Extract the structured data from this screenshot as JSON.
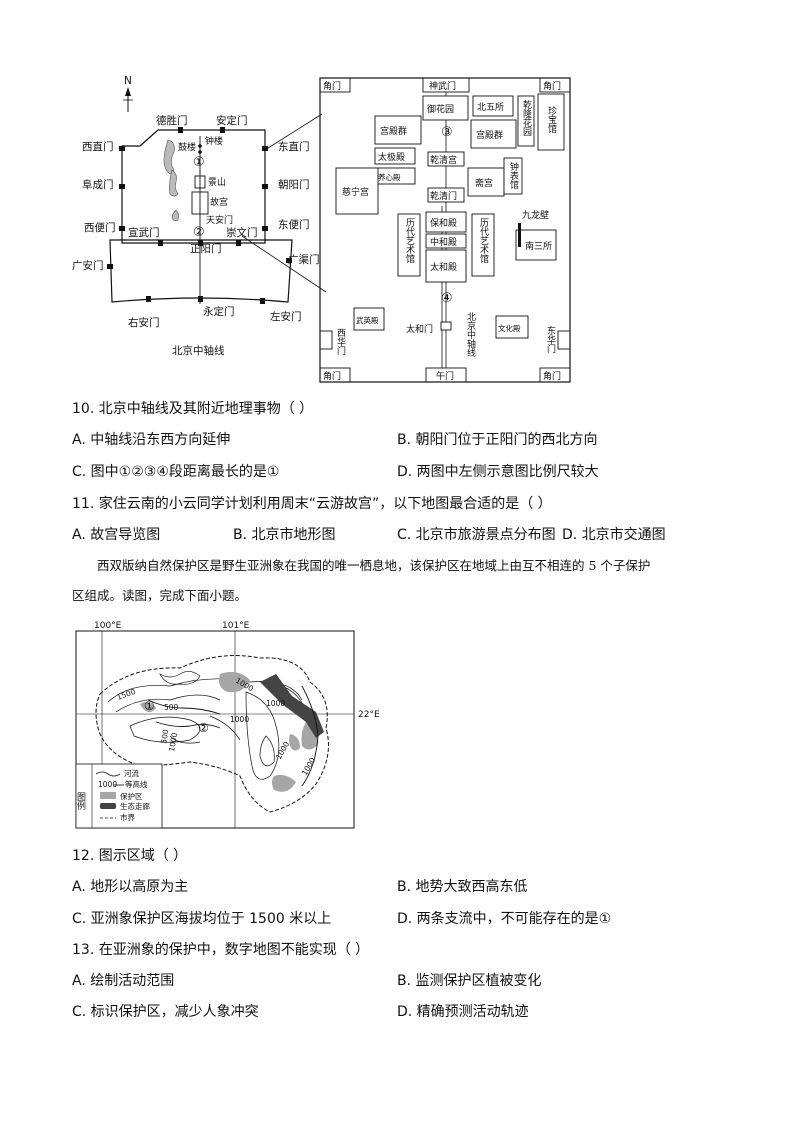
{
  "map1": {
    "north": "N",
    "gates": {
      "deshengmen": "德胜门",
      "andingmen": "安定门",
      "xizhimen": "西直门",
      "dongzhimen": "东直门",
      "fuchengmen": "阜成门",
      "chaoyangmen": "朝阳门",
      "xibianmen": "西便门",
      "dongbianmen": "东便门",
      "xuanwumen": "宣武门",
      "chongwenmen": "崇文门",
      "zhengyangmen": "正阳门",
      "guanganmen": "广安门",
      "guangqumen": "广渠门",
      "youanmen": "右安门",
      "yongdingmen": "永定门",
      "zuoanmen": "左安门"
    },
    "landmarks": {
      "gulou": "鼓楼",
      "zhonglou": "钟楼",
      "jingshan": "景山",
      "gugong": "故宫",
      "tiananmen": "天安门"
    },
    "markers": {
      "m1": "①",
      "m2": "②"
    },
    "caption": "北京中轴线"
  },
  "map2": {
    "corner": "角门",
    "shenwumen": "神武门",
    "wumen": "午门",
    "yuhuayuan": "御花园",
    "beiwusuo": "北五所",
    "qianlong": "乾隆花园",
    "zhenbao": "珍宝馆",
    "gongdian1": "宫殿群",
    "gongdian2": "宫殿群",
    "taiji": "太极殿",
    "qianqing": "乾清宫",
    "yangxin": "养心殿",
    "zhaigong": "斋宫",
    "zhongbiao": "钟表馆",
    "cining": "慈宁宫",
    "qianqingmen": "乾清门",
    "jiulongbi": "九龙壁",
    "baohe": "保和殿",
    "zhonghe": "中和殿",
    "taihe": "太和殿",
    "lidai1": "历代艺术馆",
    "lidai2": "历代艺术馆",
    "nansan": "南三所",
    "wuying": "武英殿",
    "wenhua": "文化殿",
    "taihemen": "太和门",
    "axis_label": "北京中轴线",
    "xihuamen": "西华门",
    "donghuamen": "东华门",
    "markers": {
      "m3": "③",
      "m4": "④"
    }
  },
  "q10": {
    "stem": "10. 北京中轴线及其附近地理事物（    ）",
    "A": "A.  中轴线沿东西方向延伸",
    "B": "B.  朝阳门位于正阳门的西北方向",
    "C": "C.  图中①②③④段距离最长的是①",
    "D": "D.  两图中左侧示意图比例尺较大"
  },
  "q11": {
    "stem": "11. 家住云南的小云同学计划利用周末“云游故宫”，以下地图最合适的是（    ）",
    "A": "A.  故宫导览图",
    "B": "B.  北京市地形图",
    "C": "C.  北京市旅游景点分布图",
    "D": "D.  北京市交通图"
  },
  "intro": {
    "line1": "西双版纳自然保护区是野生亚洲象在我国的唯一栖息地，该保护区在地域上由互不相连的 5 个子保护",
    "line2": "区组成。读图，完成下面小题。"
  },
  "map3": {
    "lon1": "100°E",
    "lon2": "101°E",
    "lat": "22°E",
    "c1500": "1500",
    "c500a": "500",
    "c1000a": "1000",
    "c1000b": "1000",
    "c1000c": "1000",
    "c1000d": "1000",
    "c1000e": "1000",
    "c1000f": "1000",
    "c500b": "500",
    "m1": "①",
    "m2": "②",
    "legend_title": "图例",
    "legend_river": "河流",
    "legend_contour_value": "1000",
    "legend_contour": "等高线",
    "legend_reserve": "保护区",
    "legend_corridor": "生态走廊",
    "legend_boundary": "市界"
  },
  "q12": {
    "stem": "12. 图示区域（    ）",
    "A": "A.  地形以高原为主",
    "B": "B.  地势大致西高东低",
    "C": "C.  亚洲象保护区海拔均位于 1500 米以上",
    "D": "D.  两条支流中，不可能存在的是①"
  },
  "q13": {
    "stem": "13. 在亚洲象的保护中，数字地图不能实现（    ）",
    "A": "A.  绘制活动范围",
    "B": "B.  监测保护区植被变化",
    "C": "C.  标识保护区，减少人象冲突",
    "D": "D.  精确预测活动轨迹"
  }
}
